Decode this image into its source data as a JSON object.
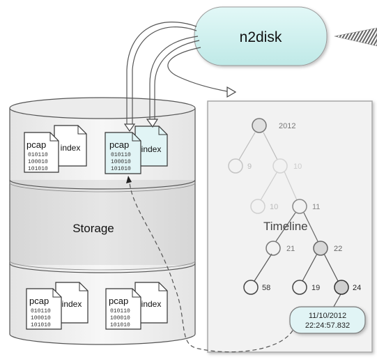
{
  "n2disk": {
    "label": "n2disk"
  },
  "storage": {
    "label": "Storage"
  },
  "files": {
    "pcap_label": "pcap",
    "index_label": "index",
    "bits": [
      "010110",
      "100010",
      "101010"
    ]
  },
  "timeline": {
    "label": "Timeline",
    "nodes": [
      "2012",
      "9",
      "10",
      "10",
      "11",
      "21",
      "22",
      "58",
      "19",
      "24"
    ],
    "callout": {
      "line1": "11/10/2012",
      "line2": "22:24:57.832"
    }
  },
  "colors": {
    "n2disk_fill": "#cbeeed",
    "highlight_fill": "#e1f4f5",
    "node_filled": "#e0e0e0",
    "node_dark": "#555555",
    "node_light": "#bbbbbb"
  }
}
